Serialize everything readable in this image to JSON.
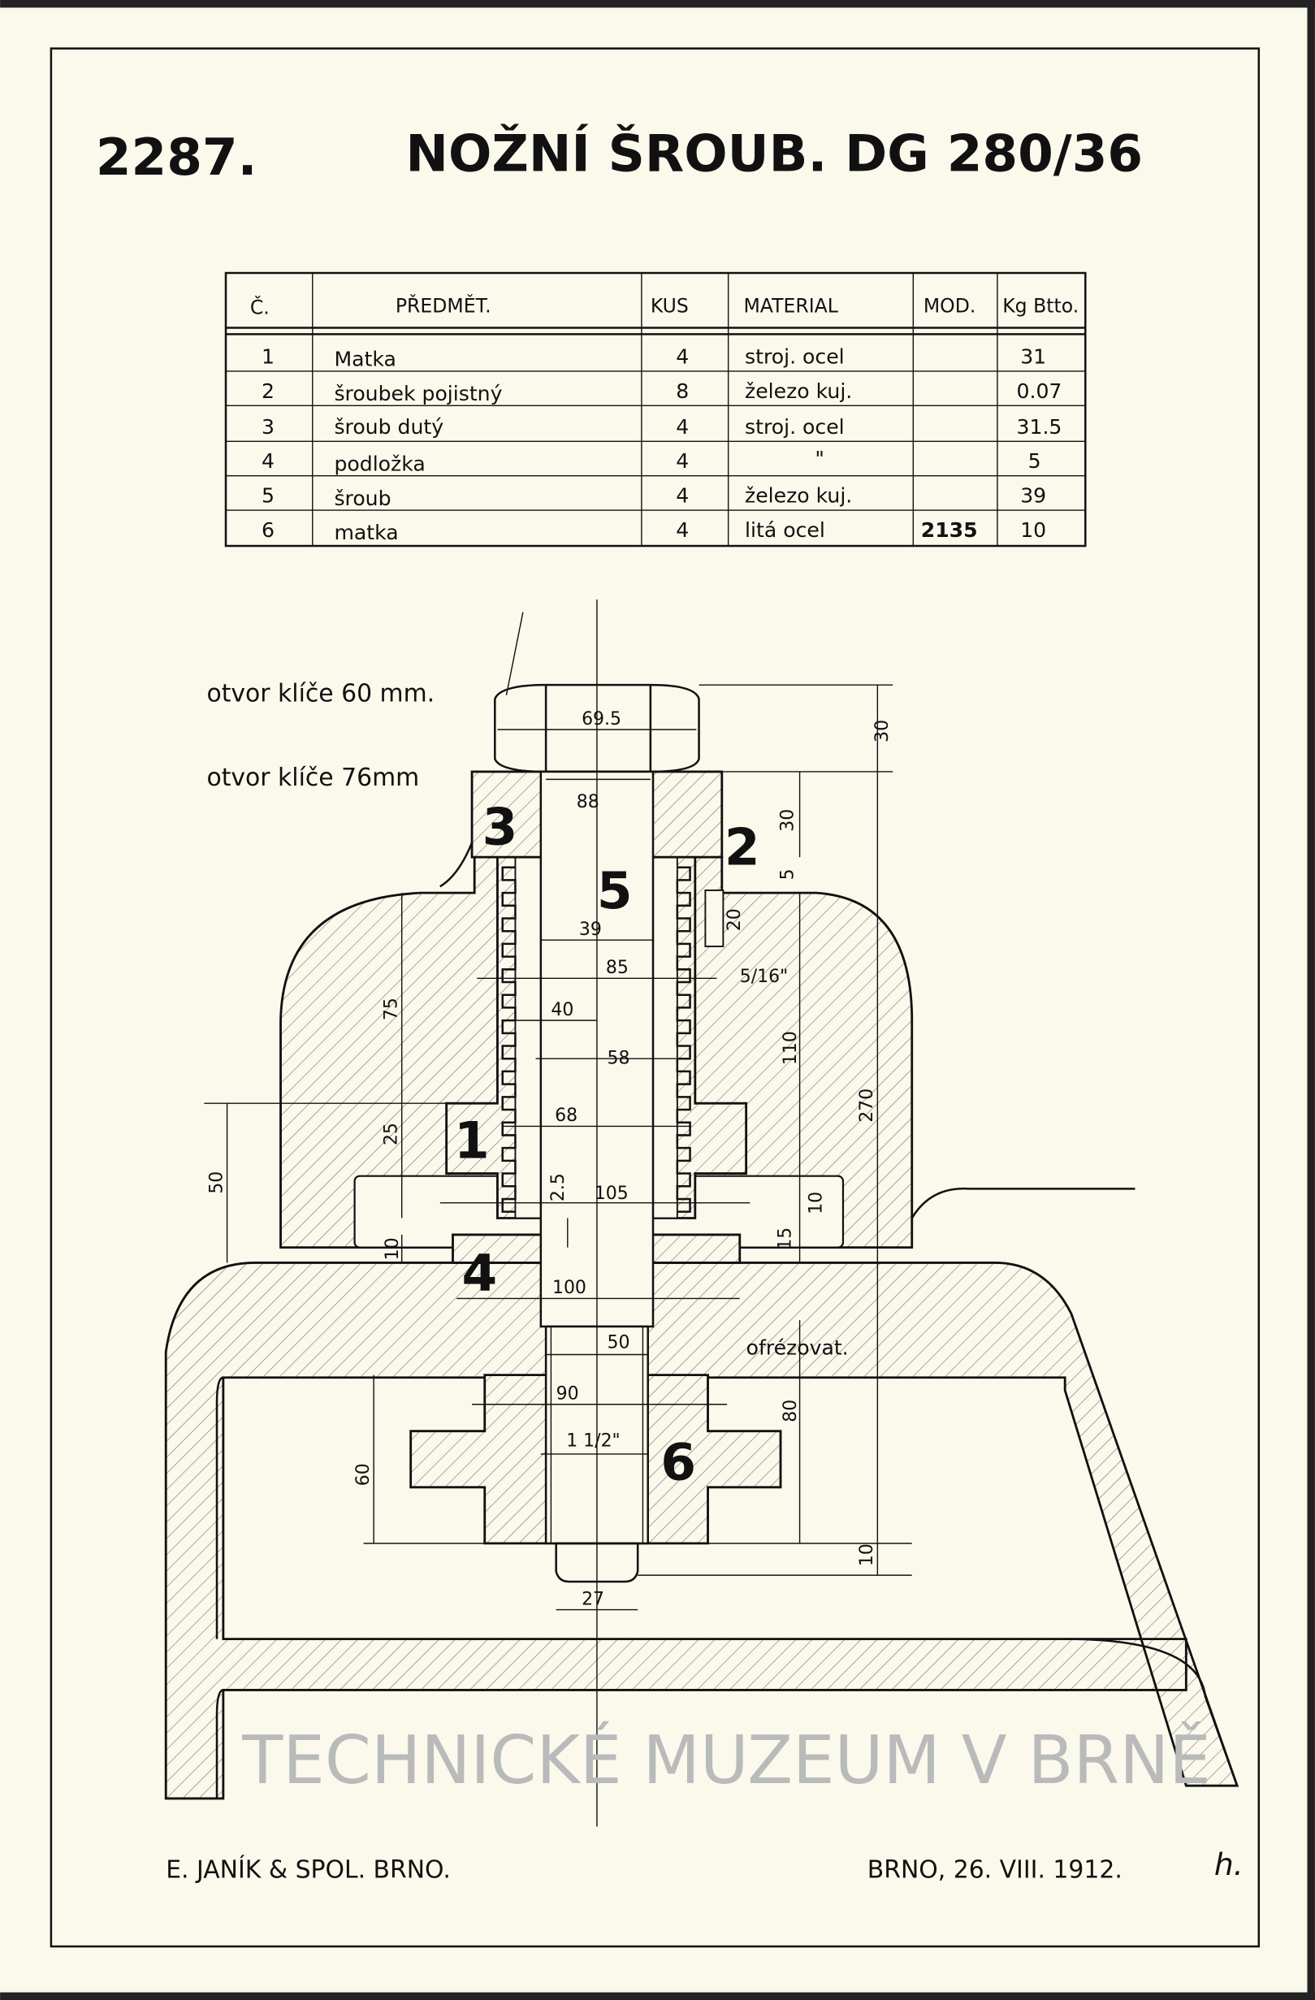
{
  "drawing": {
    "number": "2287.",
    "title": "NOŽNÍ ŠROUB. DG 280/36",
    "watermark": "TECHNICKÉ MUZEUM V BRNĚ",
    "colors": {
      "paper": "#fbf8ec",
      "ink": "#111111",
      "watermark": "#cfd0d0"
    }
  },
  "parts_table": {
    "headers": [
      "Č.",
      "PŘEDMĚT.",
      "KUS",
      "MATERIAL",
      "MOD.",
      "Kg Btto."
    ],
    "rows": [
      [
        "1",
        "Matka",
        "4",
        "stroj. ocel",
        "",
        "31"
      ],
      [
        "2",
        "šroubek pojistný",
        "8",
        "železo kuj.",
        "",
        "0.07"
      ],
      [
        "3",
        "šroub dutý",
        "4",
        "stroj. ocel",
        "",
        "31.5"
      ],
      [
        "4",
        "podložka",
        "4",
        "\"",
        "",
        "5"
      ],
      [
        "5",
        "šroub",
        "4",
        "železo kuj.",
        "",
        "39"
      ],
      [
        "6",
        "matka",
        "4",
        "litá ocel",
        "2135",
        "10"
      ]
    ]
  },
  "notes": {
    "wrench_60": "otvor klíče 60 mm.",
    "wrench_76": "otvor klíče 76mm",
    "mill": "ofrézovat."
  },
  "part_numbers": [
    "1",
    "2",
    "3",
    "4",
    "5",
    "6"
  ],
  "dimensions": {
    "hex_width": "69.5",
    "d88": "88",
    "d30a": "30",
    "d30b": "30",
    "d5": "5",
    "d39": "39",
    "d85": "85",
    "d20": "20",
    "thread_small": "5/16\"",
    "d40": "40",
    "d58": "58",
    "d68": "68",
    "d75": "75",
    "d25": "25",
    "d50a": "50",
    "d110": "110",
    "d270": "270",
    "d10a": "10",
    "d2_5": "2.5",
    "d105": "105",
    "d10b": "10",
    "d15": "15",
    "d100": "100",
    "d50b": "50",
    "d90": "90",
    "d80": "80",
    "d60": "60",
    "thread_big": "1 1/2\"",
    "d10c": "10",
    "d27": "27"
  },
  "footer": {
    "company": "E. JANÍK & SPOL. BRNO.",
    "date": "BRNO, 26. VIII. 1912.",
    "initials": "h."
  }
}
